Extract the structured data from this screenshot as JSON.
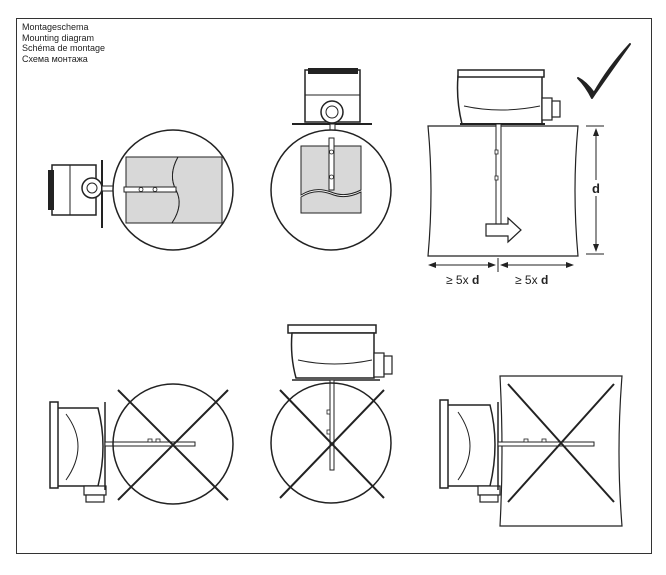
{
  "titles": {
    "nl": "Montageschema",
    "en": "Mounting diagram",
    "fr": "Schéma de montage",
    "ru": "Схема монтажа"
  },
  "dimension": {
    "d_label": "d",
    "left_distance": "≥ 5x",
    "right_distance": "≥ 5x",
    "distance_unit": "d"
  },
  "icons": {
    "correct": "checkmark-icon",
    "incorrect": "cross-icon"
  },
  "colors": {
    "stroke": "#222222",
    "duct_fill": "#dcdcdc",
    "device_fill": "#ffffff"
  }
}
